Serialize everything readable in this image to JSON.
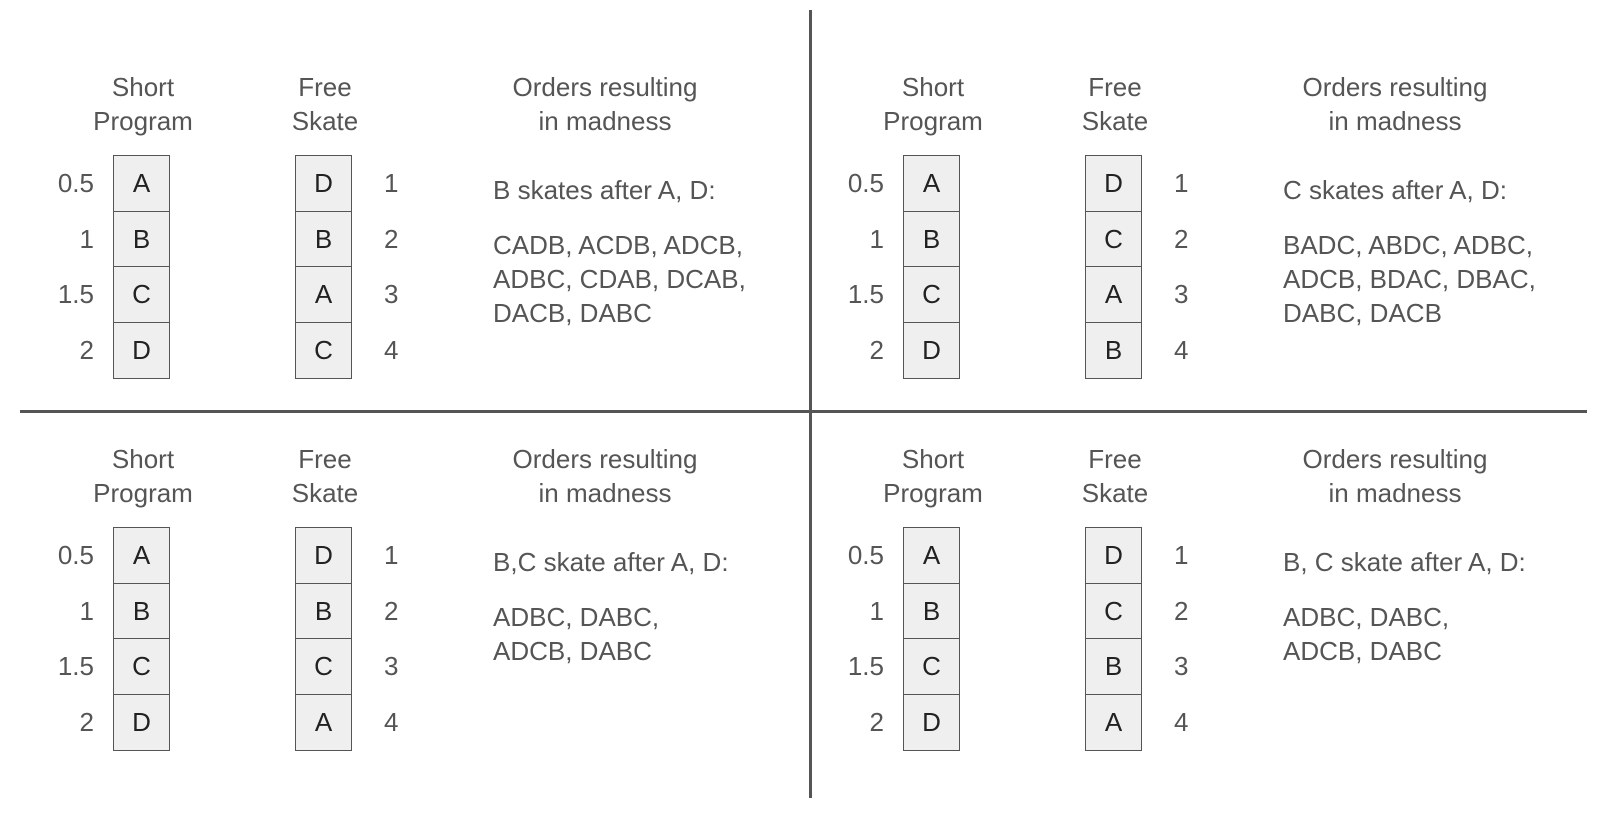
{
  "headers": {
    "short_program": [
      "Short",
      "Program"
    ],
    "free_skate": [
      "Free",
      "Skate"
    ],
    "orders": [
      "Orders resulting",
      "in madness"
    ]
  },
  "short_scores": [
    "0.5",
    "1",
    "1.5",
    "2"
  ],
  "free_places": [
    "1",
    "2",
    "3",
    "4"
  ],
  "quadrants": [
    {
      "short_program": [
        "A",
        "B",
        "C",
        "D"
      ],
      "free_skate": [
        "D",
        "B",
        "A",
        "C"
      ],
      "rule": "B skates after A, D:",
      "orders_lines": [
        "CADB, ACDB, ADCB,",
        "ADBC, CDAB, DCAB,",
        "DACB, DABC"
      ]
    },
    {
      "short_program": [
        "A",
        "B",
        "C",
        "D"
      ],
      "free_skate": [
        "D",
        "C",
        "A",
        "B"
      ],
      "rule": "C skates after A, D:",
      "orders_lines": [
        "BADC, ABDC, ADBC,",
        "ADCB, BDAC, DBAC,",
        "DABC, DACB"
      ]
    },
    {
      "short_program": [
        "A",
        "B",
        "C",
        "D"
      ],
      "free_skate": [
        "D",
        "B",
        "C",
        "A"
      ],
      "rule": "B,C skate after A, D:",
      "orders_lines": [
        "ADBC, DABC,",
        "ADCB, DABC"
      ]
    },
    {
      "short_program": [
        "A",
        "B",
        "C",
        "D"
      ],
      "free_skate": [
        "D",
        "C",
        "B",
        "A"
      ],
      "rule": "B, C skate after A, D:",
      "orders_lines": [
        "ADBC, DABC,",
        "ADCB, DABC"
      ]
    }
  ]
}
